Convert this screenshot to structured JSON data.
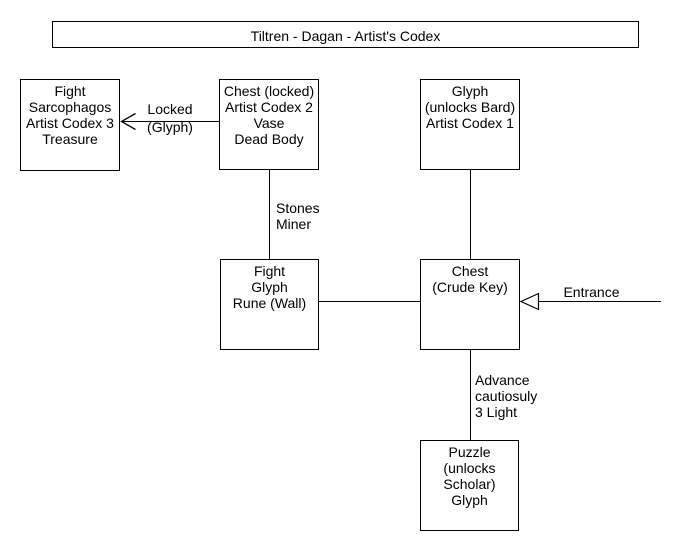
{
  "diagram": {
    "title": "Tiltren - Dagan - Artist's Codex",
    "background_color": "#ffffff",
    "line_color": "#000000",
    "text_color": "#000000"
  },
  "nodes": [
    {
      "id": "treasure-room",
      "lines": [
        "Fight",
        "Sarcophagos",
        "Artist Codex 3",
        "Treasure"
      ]
    },
    {
      "id": "locked-chest-room",
      "lines": [
        "Chest (locked)",
        "Artist Codex 2",
        "Vase",
        "Dead Body"
      ]
    },
    {
      "id": "glyph-bard-room",
      "lines": [
        "Glyph",
        "(unlocks Bard)",
        "Artist Codex 1"
      ]
    },
    {
      "id": "fight-glyph-room",
      "lines": [
        "Fight",
        "Glyph",
        "Rune (Wall)"
      ]
    },
    {
      "id": "crude-key-chest-room",
      "lines": [
        "Chest",
        "(Crude Key)"
      ]
    },
    {
      "id": "puzzle-scholar-room",
      "lines": [
        "Puzzle",
        "(unlocks",
        "Scholar)",
        "Glyph"
      ]
    }
  ],
  "edge_labels": [
    {
      "id": "locked-glyph",
      "lines": [
        "Locked",
        "(Glyph)"
      ]
    },
    {
      "id": "stones-miner",
      "lines": [
        "Stones",
        "Miner"
      ]
    },
    {
      "id": "advance-cautiously",
      "lines": [
        "Advance",
        "cautiosuly",
        "3 Light"
      ]
    },
    {
      "id": "entrance",
      "lines": [
        "Entrance"
      ]
    }
  ]
}
